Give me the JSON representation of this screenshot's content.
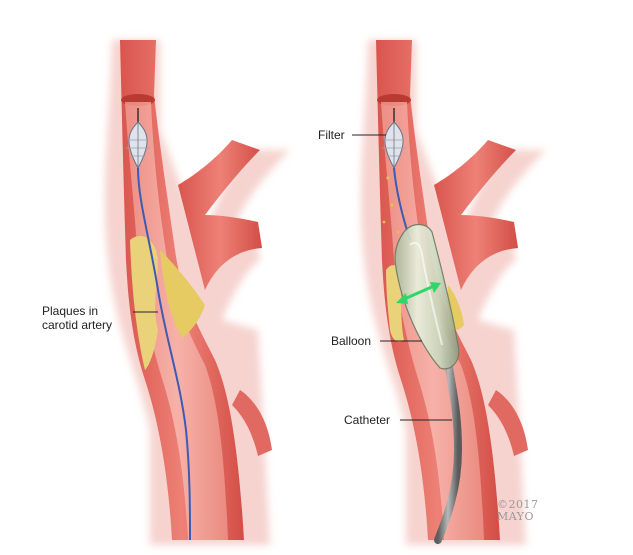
{
  "labels": {
    "plaques_line1": "Plaques in",
    "plaques_line2": "carotid artery",
    "filter": "Filter",
    "balloon": "Balloon",
    "catheter": "Catheter"
  },
  "copyright": {
    "year": "©2017",
    "org": "MAYO"
  },
  "colors": {
    "artery_wall": "#e3685f",
    "artery_wall_dark": "#c8463f",
    "artery_lumen": "#f4a89e",
    "plaque": "#e8cf6a",
    "wire": "#3b5bb5",
    "catheter": "#8a8a8a",
    "balloon": "#c7d6b8",
    "arrow": "#2fd66a"
  }
}
